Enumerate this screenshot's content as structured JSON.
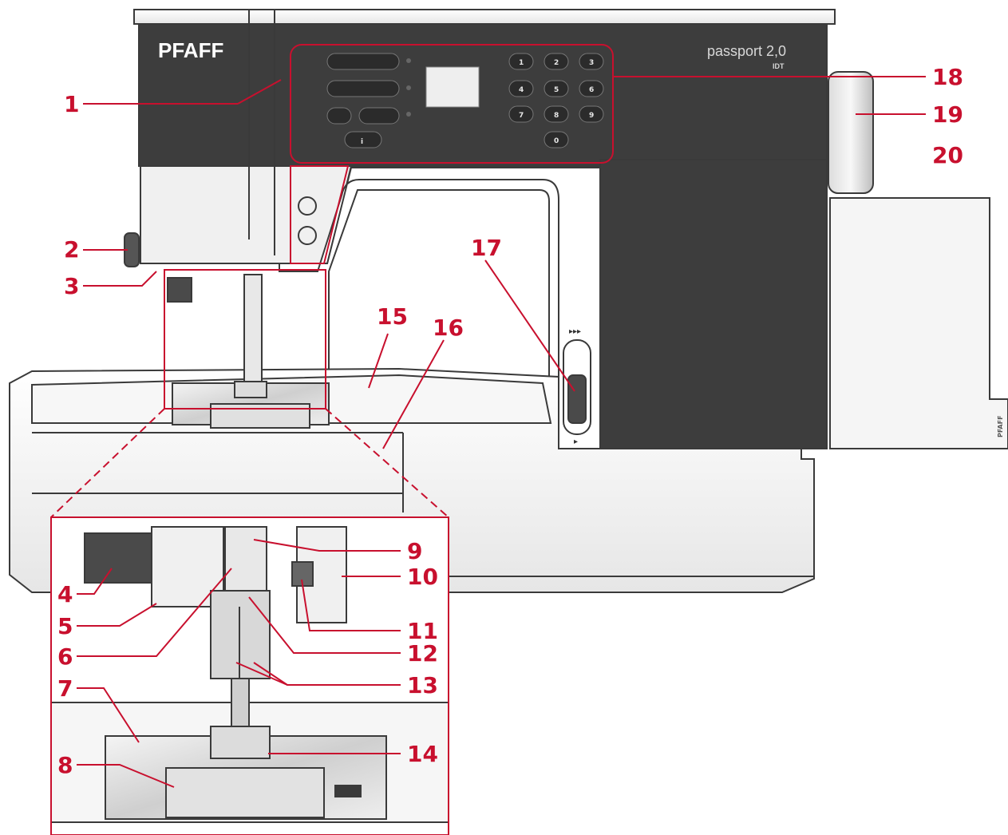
{
  "machine": {
    "brand": "PFAFF",
    "model": "passport 2,0",
    "model_badge": "IDT",
    "side_brand": "PFAFF"
  },
  "panel": {
    "info_key": "i",
    "number_keys": [
      "1",
      "2",
      "3",
      "4",
      "5",
      "6",
      "7",
      "8",
      "9",
      "0"
    ],
    "shuttle_symbols": [
      "▸▸▸",
      "▸"
    ]
  },
  "callouts": [
    "1",
    "2",
    "3",
    "4",
    "5",
    "6",
    "7",
    "8",
    "9",
    "10",
    "11",
    "12",
    "13",
    "14",
    "15",
    "16",
    "17",
    "18",
    "19",
    "20"
  ],
  "colors": {
    "callout": "#c8102e",
    "machine_dark": "#3d3d3d",
    "machine_light": "#f2f2f2",
    "outline": "#3a3a3a"
  }
}
